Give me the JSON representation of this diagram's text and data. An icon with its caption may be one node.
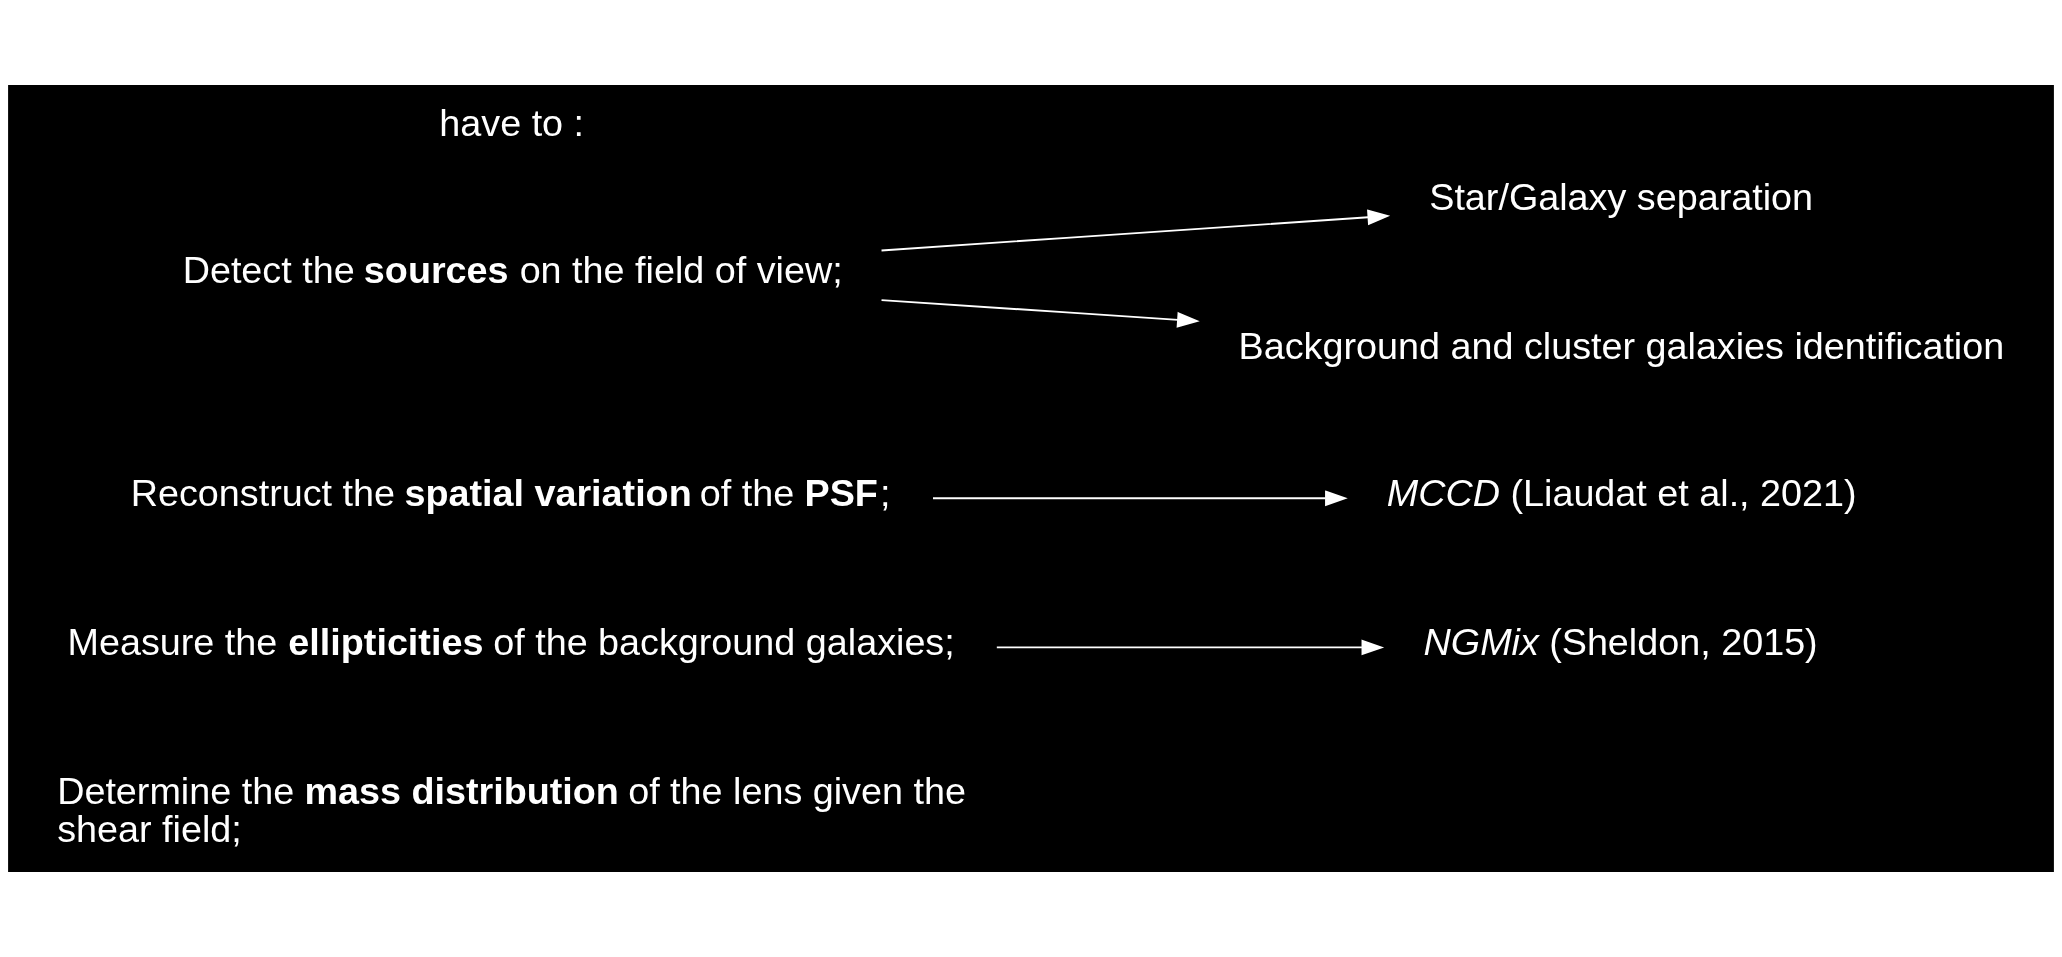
{
  "diagram": {
    "nodes": [
      {
        "text": [
          "Detect the **sources** on the field of view;"
        ]
      },
      {
        "text": [
          "Star/Galaxy separation"
        ]
      },
      {
        "text": [
          "Background and cluster galaxies identification"
        ]
      },
      {
        "text": [
          "Reconstruct the **spatial variation** of the **PSF**;"
        ]
      },
      {
        "text": [
          "*MCCD* (Liaudat et al., 2021)"
        ]
      },
      {
        "text": [
          "Measure the **ellipticities** of the background galaxies;"
        ]
      },
      {
        "text": [
          "*NGMix* (Sheldon, 2015)"
        ]
      },
      {
        "text": [
          "Determine the **mass distribution** of the lens given the shear field;"
        ]
      }
    ],
    "edges": [
      {
        "from": 0,
        "to": 1,
        "arrow": "to"
      },
      {
        "from": 0,
        "to": 2,
        "arrow": "to"
      },
      {
        "from": 3,
        "to": 4,
        "arrow": "to"
      },
      {
        "from": 5,
        "to": 6,
        "arrow": "to"
      }
    ],
    "labels": [
      "have to :"
    ]
  }
}
